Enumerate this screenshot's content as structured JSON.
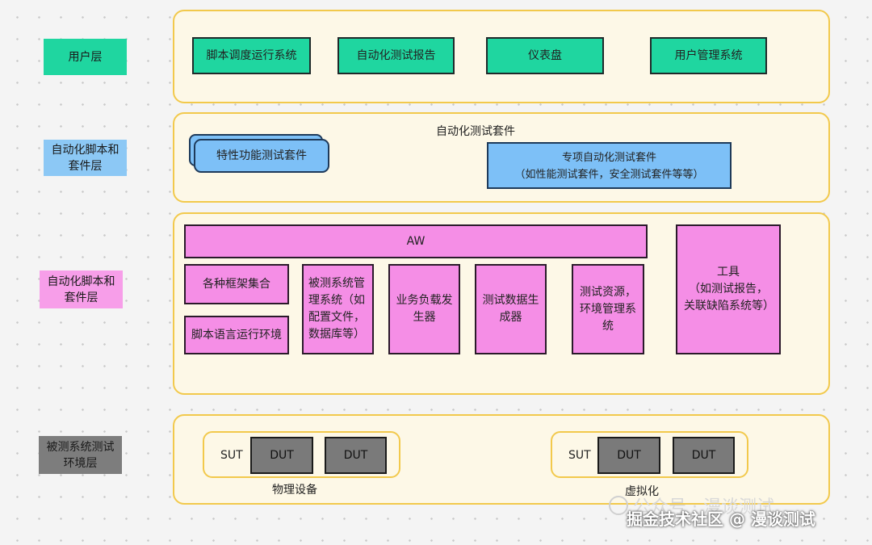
{
  "layers": {
    "user": "用户层",
    "script_suite_1": "自动化脚本和\n套件层",
    "script_suite_2": "自动化脚本和\n套件层",
    "sut_env": "被测系统测试\n环境层"
  },
  "user_layer": {
    "items": [
      "脚本调度运行系统",
      "自动化测试报告",
      "仪表盘",
      "用户管理系统"
    ]
  },
  "suite_layer": {
    "title": "自动化测试套件",
    "feature_suite": "特性功能测试套件",
    "special_suite_line1": "专项自动化测试套件",
    "special_suite_line2": "（如性能测试套件，安全测试套件等等）"
  },
  "aw_layer": {
    "aw": "AW",
    "frameworks": "各种框架集合",
    "script_runtime": "脚本语言运行环境",
    "sut_mgmt": "被测系统管理系统（如配置文件，数据库等）",
    "load_gen": "业务负载发生器",
    "data_gen": "测试数据生成器",
    "resource_mgmt": "测试资源，环境管理系统",
    "tools": "工具\n（如测试报告，关联缺陷系统等）"
  },
  "env_layer": {
    "physical": {
      "sut": "SUT",
      "dut1": "DUT",
      "dut2": "DUT",
      "caption": "物理设备"
    },
    "virtual": {
      "sut": "SUT",
      "dut1": "DUT",
      "dut2": "DUT",
      "caption": "虚拟化"
    }
  },
  "watermark": {
    "faint": "公众号 · 漫谈测试",
    "main": "掘金技术社区 @ 漫谈测试"
  }
}
